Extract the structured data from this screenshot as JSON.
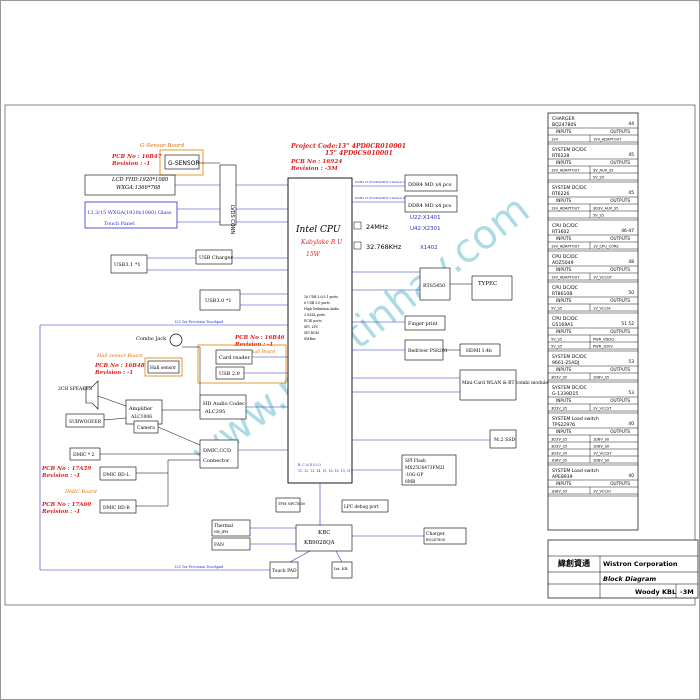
{
  "project": {
    "line1": "Project Code:13\" 4PD0CR010001",
    "line2": "15\" 4PD0CS010001",
    "pcb": "PCB  No : 16924",
    "rev": "Revision : -3M"
  },
  "gsensor": {
    "board": "G-Sensor  Board",
    "pcb": "PCB  No : 16B47",
    "rev": "Revision : -1",
    "chip": "G-SENSOR"
  },
  "lcd": {
    "fhd": "LCD FHD:1920*1080",
    "wxga": "WXGA:1366*768",
    "panel": "13.3/15 WXGA(1920x1080) Glass",
    "touch": "Touch Panel",
    "conn": "LVDS CONN"
  },
  "cpu": {
    "title": "Intel CPU",
    "sub1": "Kabylake R U",
    "sub2": "15W",
    "feat": [
      "16 USB 3.0/3.1 ports",
      "6 USB 3.0 ports",
      "High Definition Audio",
      "3 SATA ports",
      "PCIE ports",
      "SPI, LPC",
      "SPI ROM",
      "SMBus"
    ],
    "bottom": [
      "B, C & D (0.2)",
      "11, 12, 13, 14, 15, 16, 18, 19, 21)"
    ]
  },
  "ddr": {
    "a": "DDR4 MD x4 pcs",
    "b": "DDR4 MD x4 pcs",
    "busA": "DDR4 2133/2400MHz Channel A",
    "busB": "DDR4 2133/2400MHz Channel B"
  },
  "clocks": {
    "c24": "24MHz",
    "c32": "32.768KHz",
    "u1": "U22:X1401",
    "u2": "U42:X2301",
    "x3": "X1402"
  },
  "usb": {
    "usb31": "USB3.1 *1",
    "charger": "USB Charger",
    "usb30": "USB3.0 *1",
    "usb20": "USB 2.0"
  },
  "combo": {
    "jack": "Combo Jack",
    "card": "Card reader",
    "hall": "Hall sensor",
    "hallboard": "Hall sensor  Board",
    "pcb": "PCB  No : 16B48",
    "rev": "Revision : -1",
    "pcb2": "PCB  No : 16B46",
    "rev2": "Revision : -1",
    "small": "small  Board"
  },
  "audio": {
    "speaker": "2CH SPEAKER",
    "sub": "SUBWOOFER",
    "amp": "Amplifier",
    "ampchip": "ALC1006",
    "hd": "HD Audio Codec",
    "hdchip": "ALC295"
  },
  "dmic": {
    "dmic": "DMIC * 2",
    "camera": "Camera",
    "ccd": "DMIC,CCD",
    "conn": "Connector",
    "pcb1": "PCB  No : 17A59",
    "rev1": "Revision : -1",
    "l": "DMIC BD-L",
    "title": "DMIC Board",
    "pcb2": "PCB  No : 17A60",
    "rev2": "Revision : -1",
    "r": "DMIC BD-R"
  },
  "right": {
    "rts": "RTS5450",
    "typec": "TYPEC",
    "finger": "Finger print",
    "redriver": "Redriver PS8201",
    "hdmi": "HDMI 1.4b",
    "wlan": "Mini-Card WLAN & BT combi module",
    "ssd": "M.2 SSD",
    "spi": "SPI Flash",
    "spi2": "MX25U6473FM2I",
    "spi3": "-10G-GP",
    "spi4": "8MB"
  },
  "ec": {
    "tpm": "TPM NPCT650",
    "kbc": "KBC",
    "chip": "KB9028QA",
    "lpc": "LPC debug  port",
    "thermal": "Thermal",
    "thermal2": "NB_JPH",
    "fan": "FAN",
    "charger": "Charger",
    "charger2": "BQ24780S",
    "touchpad": "Touch PAD",
    "intkb": "Int. KB"
  },
  "i2c": {
    "top": "I2C  for Precision Touchpad",
    "bottom": "I2C  for Precision Touchpad"
  },
  "table": {
    "sections": [
      {
        "title": "CHARGER",
        "page": "44",
        "chip": "BQ24780S",
        "rows": [
          [
            "19V",
            "19V_ADAPTOUT"
          ]
        ]
      },
      {
        "title": "SYSTEM  DC/DC",
        "page": "45",
        "chip": "RT6228",
        "rows": [
          [
            "19V_ADAPTOUT",
            "3V_AUX_S5"
          ],
          [
            "",
            "5V_S5"
          ]
        ]
      },
      {
        "title": "SYSTEM  DC/DC",
        "page": "45",
        "chip": "RT6226",
        "rows": [
          [
            "19V_ADAPTOUT",
            "3D3V_AUX_S5"
          ],
          [
            "",
            "5V_S5"
          ]
        ]
      },
      {
        "title": "CPU  DC/DC",
        "page": "46-47",
        "chip": "RT3602",
        "rows": [
          [
            "19V_ADAPTOUT",
            "1V_CPU_CORE"
          ]
        ]
      },
      {
        "title": "CPU  DC/DC",
        "page": "48",
        "chip": "AOZ5049",
        "rows": [
          [
            "19V_ADAPTOUT",
            "1V_VCCGT"
          ]
        ]
      },
      {
        "title": "CPU  DC/DC",
        "page": "50",
        "chip": "RT8610B",
        "rows": [
          [
            "5V_S5",
            "1V_VCCIA"
          ]
        ]
      },
      {
        "title": "CPU  DC/DC",
        "page": "51  52",
        "chip": "G5169A1",
        "rows": [
          [
            "5V_S5",
            "PWR_VDDQ"
          ],
          [
            "5V_S5",
            "PWR_1D0V"
          ]
        ]
      },
      {
        "title": "SYSTEM  DC/DC",
        "page": "53",
        "chip": "9661-25ADJ",
        "rows": [
          [
            "3D3V_S5",
            "1D8V_S5"
          ]
        ]
      },
      {
        "title": "SYSTEM  DC/DC",
        "page": "53",
        "chip": "G-1339D15",
        "rows": [
          [
            "3D3V_S5",
            "1V_VCCST"
          ]
        ]
      },
      {
        "title": "SYSTEM  Load switch",
        "page": "40",
        "chip": "TPS22976",
        "rows": [
          [
            "3D3V_S5",
            "1D8V_S0"
          ],
          [
            "3D3V_S5",
            "1D8V_S0"
          ],
          [
            "3D3V_S5",
            "1V_VCCST"
          ],
          [
            "1D8V_S5",
            "1D8V_S0"
          ]
        ]
      },
      {
        "title": "SYSTEM  Load switch",
        "page": "40",
        "chip": "APE8939",
        "rows": [
          [
            "1D8V_S5",
            "1V_VCCIO"
          ]
        ]
      }
    ]
  },
  "title_block": {
    "company": "Wistron Corporation",
    "doc": "Block Diagram",
    "model": "Woody KBL",
    "rev": "-3M",
    "cn": "緯創資通"
  },
  "watermark": "www.maytinhav.com"
}
